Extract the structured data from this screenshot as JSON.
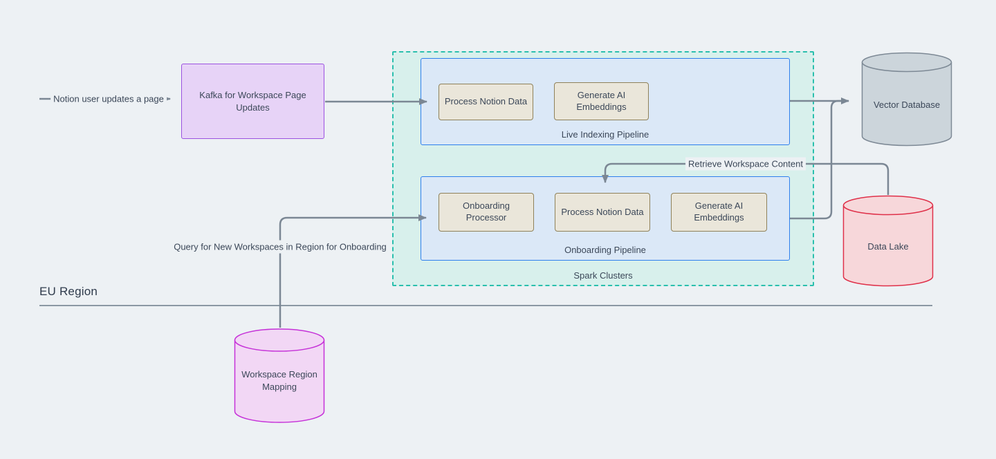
{
  "page": {
    "background": "#edf1f4"
  },
  "region": {
    "label": "EU Region"
  },
  "edges": {
    "notion_update_label": "Notion user updates a page",
    "retrieve_content_label": "Retrieve Workspace Content",
    "query_workspaces_label": "Query for New Workspaces in Region for Onboarding"
  },
  "nodes": {
    "kafka": {
      "label": "Kafka for Workspace Page Updates"
    },
    "spark_cluster": {
      "label": "Spark Clusters"
    },
    "live_pipeline": {
      "label": "Live Indexing Pipeline",
      "process_notion": "Process Notion Data",
      "generate_embeddings": "Generate AI Embeddings"
    },
    "onboarding_pipeline": {
      "label": "Onboarding Pipeline",
      "onboarding_processor": "Onboarding Processor",
      "process_notion": "Process Notion Data",
      "generate_embeddings": "Generate AI Embeddings"
    },
    "vector_db": {
      "label": "Vector Database"
    },
    "data_lake": {
      "label": "Data Lake"
    },
    "workspace_mapping": {
      "label": "Workspace Region Mapping"
    }
  },
  "colors": {
    "kafka_fill": "#e7d3f7",
    "kafka_border": "#9b51e0",
    "cluster_fill": "#d8f0ec",
    "cluster_border": "#2abfad",
    "pipeline_fill": "#dbe8f7",
    "pipeline_border": "#2e7fed",
    "task_fill": "#eae6da",
    "task_border": "#8f8159",
    "vector_db_fill": "#ccd5db",
    "vector_db_border": "#7d8995",
    "data_lake_fill": "#f7d7da",
    "data_lake_border": "#df3049",
    "mapping_fill": "#f2d7f5",
    "mapping_border": "#c531d8",
    "edge_line": "#7b8794",
    "text": "#3b4758"
  }
}
